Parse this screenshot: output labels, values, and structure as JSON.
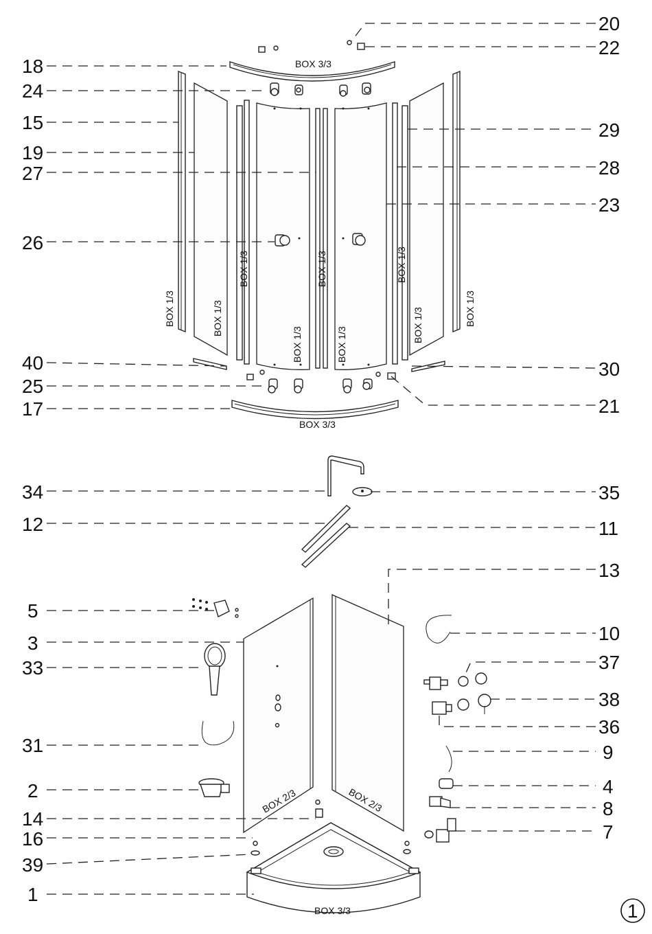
{
  "callouts": {
    "n20": "20",
    "n22": "22",
    "n18": "18",
    "n24": "24",
    "n15": "15",
    "n19": "19",
    "n27": "27",
    "n29": "29",
    "n28": "28",
    "n23": "23",
    "n26": "26",
    "n40": "40",
    "n25": "25",
    "n17": "17",
    "n30": "30",
    "n21": "21",
    "n34": "34",
    "n35": "35",
    "n12": "12",
    "n11": "11",
    "n13": "13",
    "n5": "5",
    "n3": "3",
    "n10": "10",
    "n33": "33",
    "n37": "37",
    "n38": "38",
    "n36": "36",
    "n31": "31",
    "n9": "9",
    "n2": "2",
    "n4": "4",
    "n14": "14",
    "n8": "8",
    "n16": "16",
    "n7": "7",
    "n39": "39",
    "n1": "1"
  },
  "box_labels": {
    "top_rail": "BOX 3/3",
    "bottom_rail": "BOX 3/3",
    "left_profile": "BOX 1/3",
    "left_glass": "BOX 1/3",
    "left_inner_profile": "BOX 1/3",
    "left_door": "BOX 1/3",
    "center_profile": "BOX 1/3",
    "right_door": "BOX 1/3",
    "right_inner_profile": "BOX 1/3",
    "right_glass": "BOX 1/3",
    "right_profile": "BOX 1/3",
    "left_panel": "BOX 2/3",
    "right_panel": "BOX 2/3",
    "tray": "BOX 3/3"
  },
  "page_number": "1"
}
